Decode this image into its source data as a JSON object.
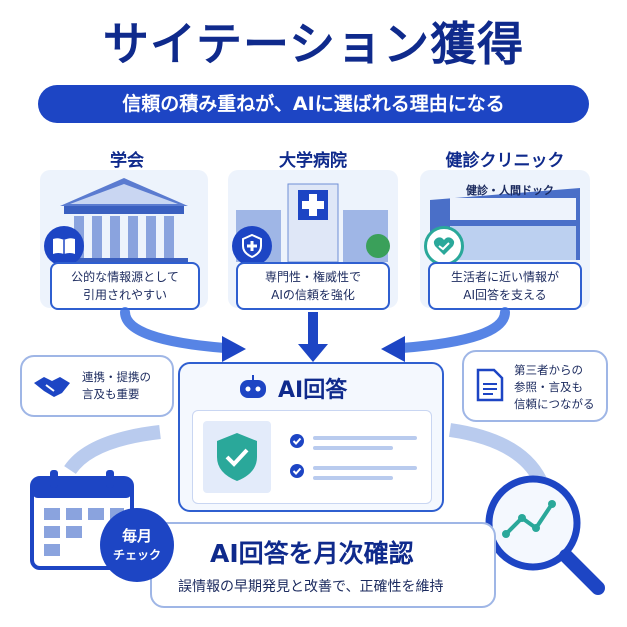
{
  "title": "サイテーション獲得",
  "subtitle": "信頼の積み重ねが、AIに選ばれる理由になる",
  "sources": [
    {
      "title": "学会",
      "caption_line1": "公的な情報源として",
      "caption_line2": "引用されやすい",
      "icon": "book-icon"
    },
    {
      "title": "大学病院",
      "caption_line1": "専門性・権威性で",
      "caption_line2": "AIの信頼を強化",
      "icon": "shield-plus-icon"
    },
    {
      "title": "健診クリニック",
      "caption_line1": "生活者に近い情報が",
      "caption_line2": "AI回答を支える",
      "icon": "heart-check-icon",
      "sign": "健診・人間ドック"
    }
  ],
  "ai_panel": {
    "title": "AI回答"
  },
  "left_note": {
    "line1": "連携・提携の",
    "line2": "言及も重要"
  },
  "right_note": {
    "line1": "第三者からの",
    "line2": "参照・言及も",
    "line3": "信頼につながる"
  },
  "monthly": {
    "badge_line1": "毎月",
    "badge_line2": "チェック",
    "title": "AI回答を月次確認",
    "desc": "誤情報の早期発見と改善で、正確性を維持"
  },
  "colors": {
    "primary": "#1d45c4",
    "navy": "#0f2a8c",
    "teal": "#2aa89a",
    "light": "#edf3fc"
  }
}
